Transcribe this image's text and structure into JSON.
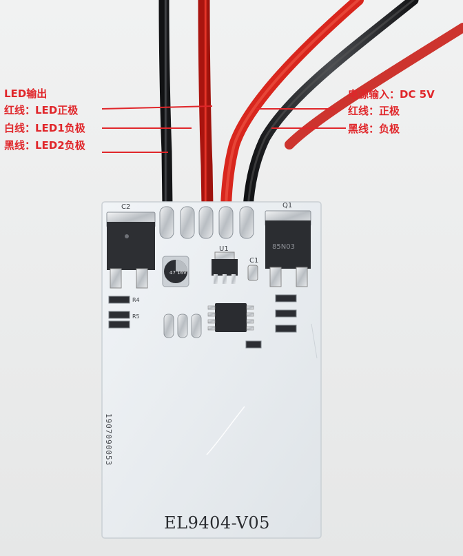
{
  "annotations": {
    "led_output": {
      "title": "LED输出",
      "red_wire": "红线：LED正极",
      "white_wire": "白线：LED1负极",
      "black_wire": "黑线：LED2负极"
    },
    "power_input": {
      "title": "电源输入：DC 5V",
      "red_wire": "红线：正极",
      "black_wire": "黑线：负极"
    }
  },
  "board": {
    "model": "EL9404-V05",
    "serial": "1907090053",
    "silkscreen": {
      "c2": "C2",
      "q1": "Q1",
      "u1": "U1",
      "c1": "C1",
      "r_labels": [
        "R4",
        "R5"
      ],
      "cap_marking": "47 16V",
      "mosfet_text": "85N03"
    }
  },
  "colors": {
    "annotation_red": "#e0262a",
    "wire_red": "#d8261d",
    "wire_black": "#2c2d30",
    "pcb_white": "#e9edf0"
  }
}
